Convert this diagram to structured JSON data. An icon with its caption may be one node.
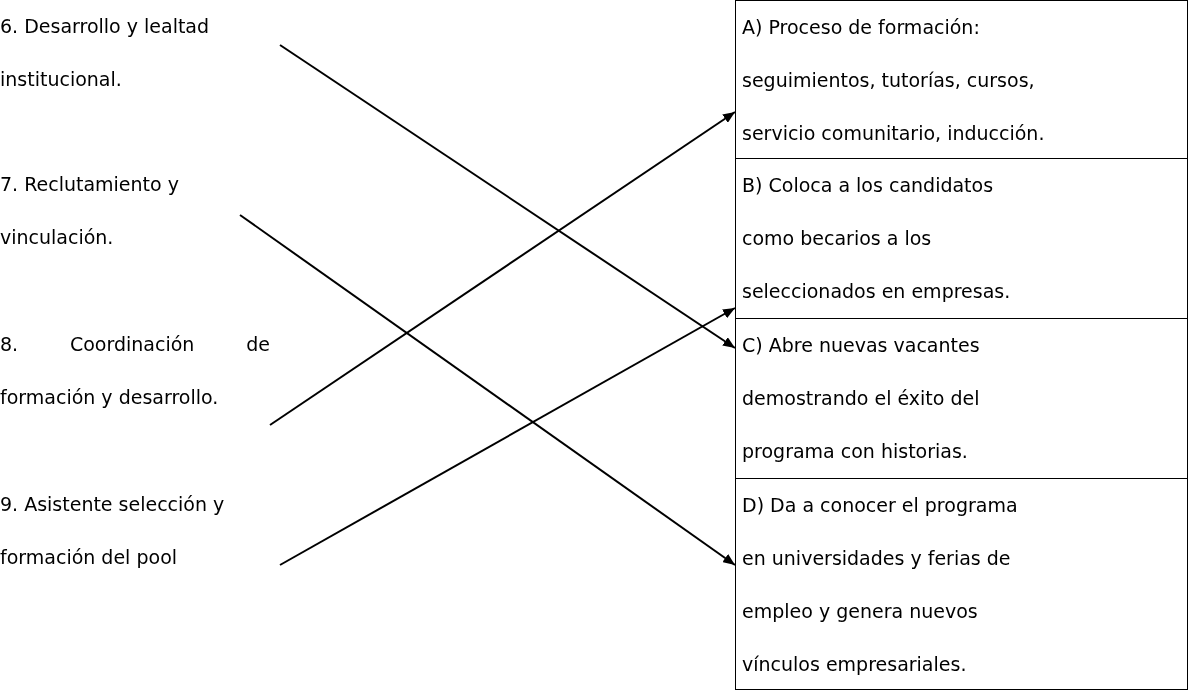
{
  "diagram": {
    "nodes": [
      {
        "text": [
          "6. Desarrollo y lealtad institucional."
        ]
      },
      {
        "text": [
          "7. Reclutamiento y vinculación."
        ]
      },
      {
        "text": [
          "8. Coordinación de formación y desarrollo."
        ]
      },
      {
        "text": [
          "9. Asistente selección y formación del pool"
        ]
      },
      {
        "text": [
          "A) Proceso de formación: seguimientos, tutorías, cursos, servicio comunitario, inducción."
        ]
      },
      {
        "text": [
          "B) Coloca a los candidatos como becarios a los seleccionados en empresas."
        ]
      },
      {
        "text": [
          "C) Abre nuevas vacantes demostrando el éxito del programa con historias."
        ]
      },
      {
        "text": [
          "D) Da a conocer el programa en universidades y ferias de empleo y genera nuevos vínculos empresariales."
        ]
      }
    ],
    "edges": [
      {
        "from": 0,
        "to": 6,
        "arrow": "to"
      },
      {
        "from": 1,
        "to": 7,
        "arrow": "to"
      },
      {
        "from": 2,
        "to": 4,
        "arrow": "to"
      },
      {
        "from": 3,
        "to": 5,
        "arrow": "to"
      }
    ]
  }
}
